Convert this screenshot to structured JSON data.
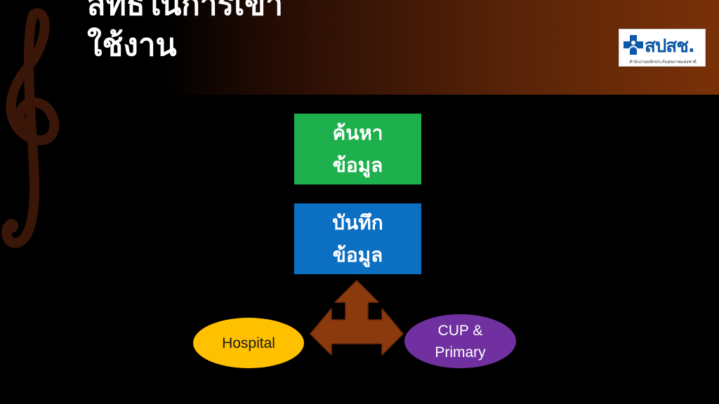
{
  "slide": {
    "title": "สิทธิในการเข้า\nใช้งาน",
    "logo": {
      "text": "สปสช.",
      "subtitle": "สำนักงานหลักประกันสุขภาพแห่งชาติ",
      "icon": "nhso-cross-icon"
    }
  },
  "diagram": {
    "nodes": [
      {
        "id": "search",
        "label": "ค้นหา\nข้อมูล",
        "color": "#1db04d"
      },
      {
        "id": "record",
        "label": "บันทึก\nข้อมูล",
        "color": "#0b6fc2"
      },
      {
        "id": "hospital",
        "label": "Hospital",
        "color": "#ffc000"
      },
      {
        "id": "cup",
        "label": "CUP &\nPrimary",
        "color": "#7030a0"
      }
    ],
    "connector": {
      "type": "three-way-arrow",
      "color": "#8b3a0e",
      "points_to": [
        "record",
        "hospital",
        "cup"
      ]
    }
  },
  "theme": {
    "header_gradient_end": "#7a3108",
    "background": "#000000"
  }
}
